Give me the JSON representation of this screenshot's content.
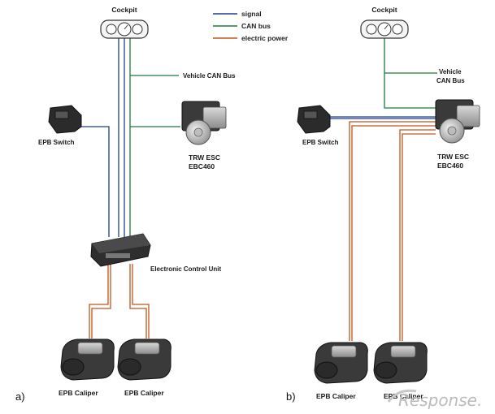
{
  "legend": {
    "signal": "signal",
    "can_bus": "CAN bus",
    "electric_power": "electric power"
  },
  "colors": {
    "signal": "#1c3f94",
    "can_bus": "#1e7a3c",
    "electric_power": "#c2541e"
  },
  "panel_a": {
    "tag": "a)",
    "cockpit": "Cockpit",
    "vehicle_can_bus": "Vehicle CAN Bus",
    "epb_switch": "EPB Switch",
    "esc_line1": "TRW ESC",
    "esc_line2": "EBC460",
    "ecu": "Electronic Control Unit",
    "caliper_left": "EPB Caliper",
    "caliper_right": "EPB Caliper"
  },
  "panel_b": {
    "tag": "b)",
    "cockpit": "Cockpit",
    "vehicle_line1": "Vehicle",
    "vehicle_line2": "CAN Bus",
    "epb_switch": "EPB Switch",
    "esc_line1": "TRW ESC",
    "esc_line2": "EBC460",
    "caliper_left": "EPB Caliper",
    "caliper_right": "EPB Caliper"
  },
  "watermark": "Response."
}
